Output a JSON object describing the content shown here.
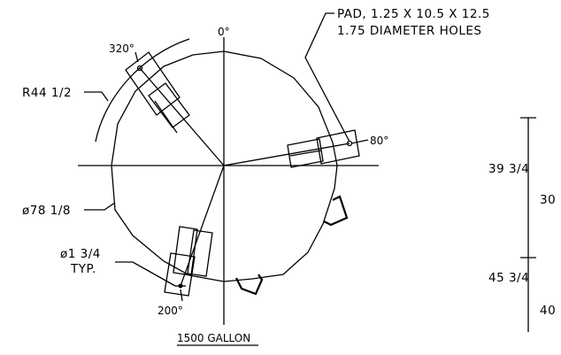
{
  "drawing": {
    "angle_0": "0°",
    "angle_80": "80°",
    "angle_200": "200°",
    "angle_320": "320°",
    "pad_note_line1": "PAD, 1.25 X 10.5 X 12.5",
    "pad_note_line2": "1.75 DIAMETER HOLES",
    "radius_label": "R44 1/2",
    "diameter_label": "ø78 1/8",
    "hole_label_line1": "ø1 3/4",
    "hole_label_line2": "TYP.",
    "title": "1500 GALLON"
  },
  "side_view": {
    "dim_upper": "39 3/4",
    "dim_upper_sub": "30",
    "dim_lower": "45 3/4",
    "dim_lower_sub": "40"
  }
}
